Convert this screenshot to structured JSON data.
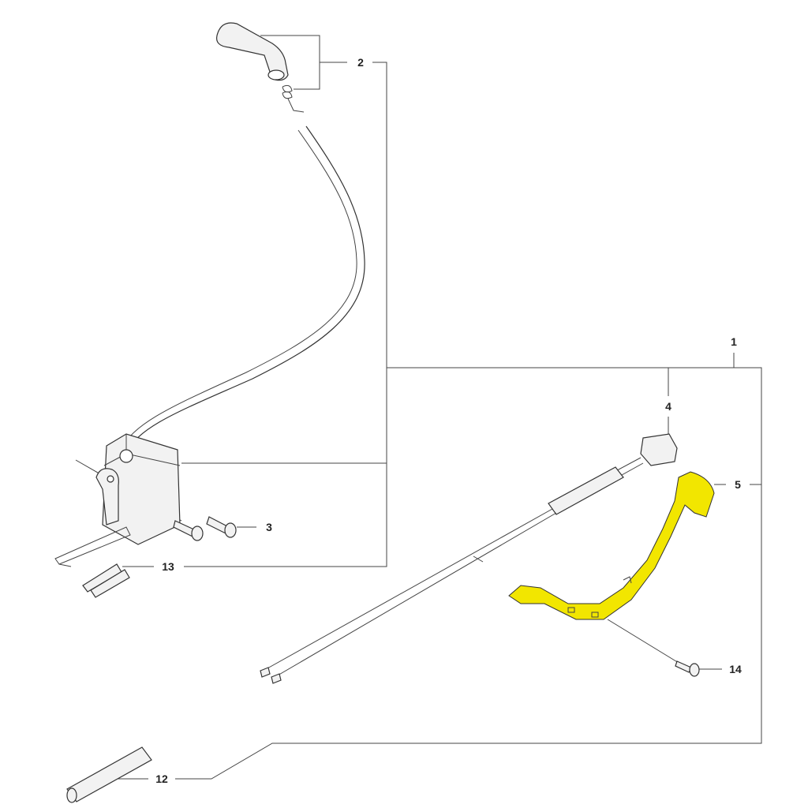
{
  "diagram": {
    "callouts": [
      {
        "id": "callout-1",
        "text": "1"
      },
      {
        "id": "callout-2",
        "text": "2"
      },
      {
        "id": "callout-3",
        "text": "3"
      },
      {
        "id": "callout-4",
        "text": "4"
      },
      {
        "id": "callout-5",
        "text": "5"
      },
      {
        "id": "callout-12",
        "text": "12"
      },
      {
        "id": "callout-13",
        "text": "13"
      },
      {
        "id": "callout-14",
        "text": "14"
      }
    ],
    "colors": {
      "highlight": "#f2e600",
      "line": "#444444"
    }
  }
}
